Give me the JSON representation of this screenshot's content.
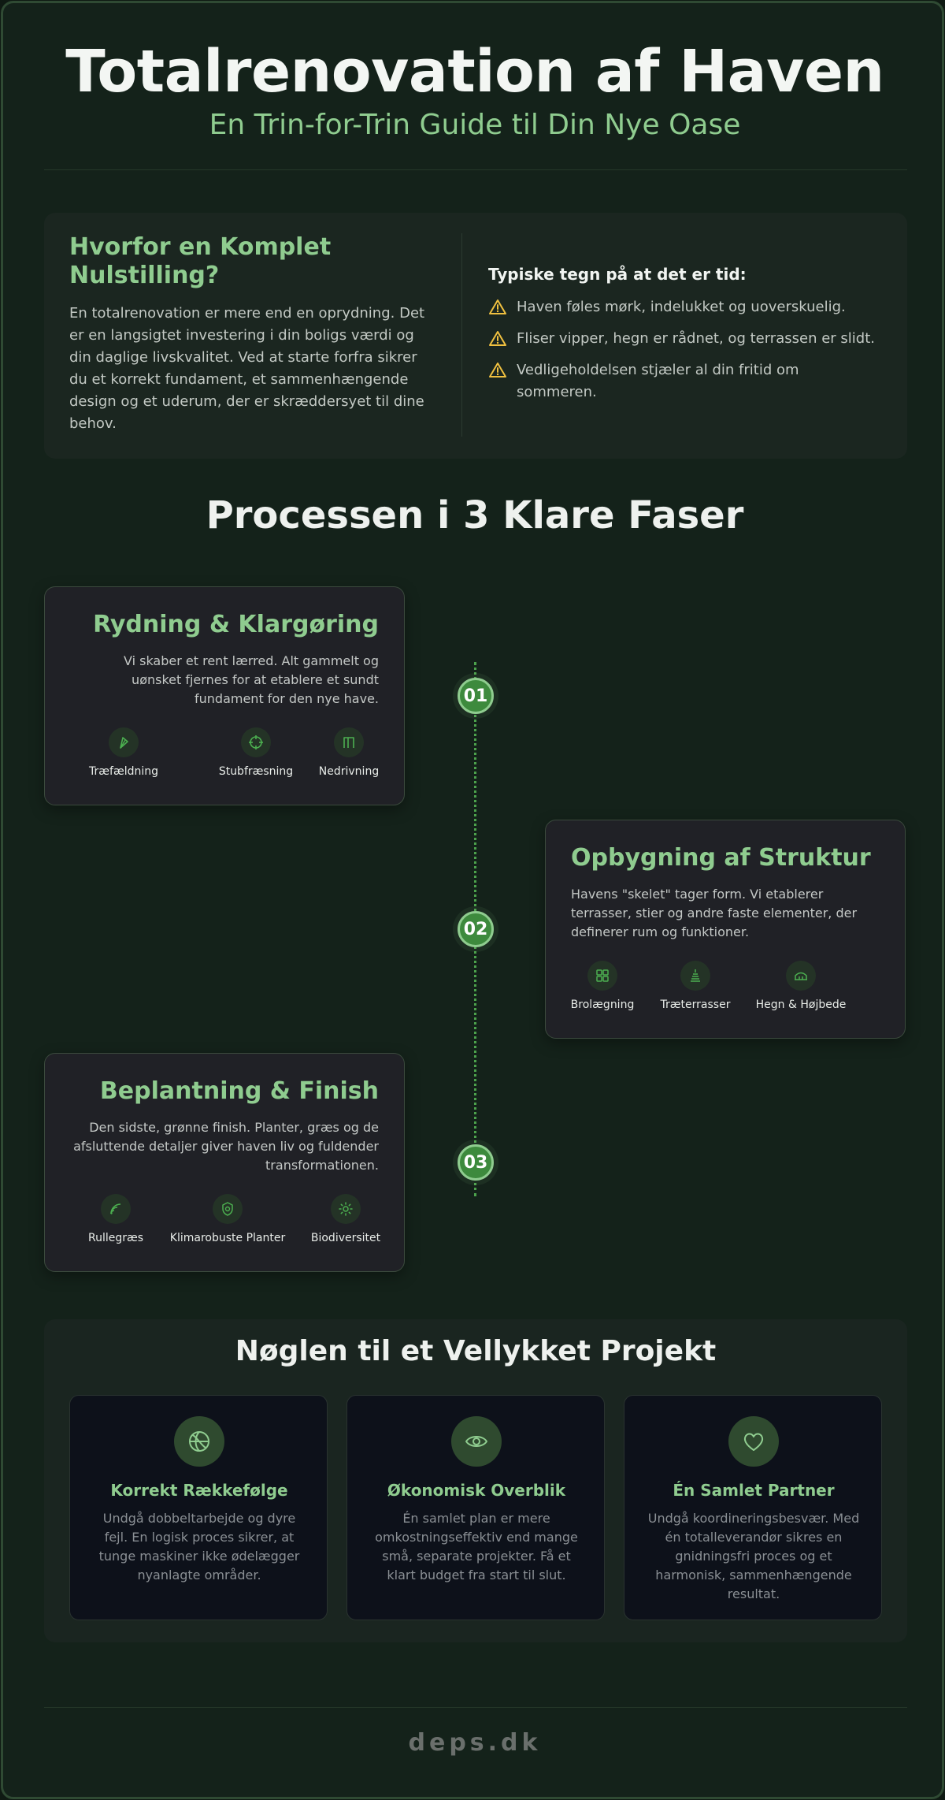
{
  "header": {
    "title": "Totalrenovation af Haven",
    "subtitle": "En Trin-for-Trin Guide til Din Nye Oase"
  },
  "why": {
    "heading": "Hvorfor en Komplet Nulstilling?",
    "body": "En totalrenovation er mere end en oprydning. Det er en langsigtet investering i din boligs værdi og din daglige livskvalitet. Ved at starte forfra sikrer du et korrekt fundament, et sammenhængende design og et uderum, der er skræddersyet til dine behov.",
    "signs_heading": "Typiske tegn på at det er tid:",
    "signs": [
      "Haven føles mørk, indelukket og uoverskuelig.",
      "Fliser vipper, hegn er rådnet, og terrassen er slidt.",
      "Vedligeholdelsen stjæler al din fritid om sommeren."
    ],
    "sign_icon": "warning-triangle-icon"
  },
  "process": {
    "heading": "Processen i 3 Klare Faser",
    "phases": [
      {
        "number": "01",
        "title": "Rydning & Klargøring",
        "text": "Vi skaber et rent lærred. Alt gammelt og uønsket fjernes for at etablere et sundt fundament for den nye have.",
        "features": [
          {
            "label": "Træfældning",
            "icon": "axe-icon"
          },
          {
            "label": "Stubfræsning",
            "icon": "crosshair-icon"
          },
          {
            "label": "Nedrivning",
            "icon": "demolition-icon"
          }
        ]
      },
      {
        "number": "02",
        "title": "Opbygning af Struktur",
        "text": "Havens \"skelet\" tager form. Vi etablerer terrasser, stier og andre faste elementer, der definerer rum og funktioner.",
        "features": [
          {
            "label": "Brolægning",
            "icon": "grid-icon"
          },
          {
            "label": "Træterrasser",
            "icon": "deck-icon"
          },
          {
            "label": "Hegn & Højbede",
            "icon": "fence-icon"
          }
        ]
      },
      {
        "number": "03",
        "title": "Beplantning & Finish",
        "text": "Den sidste, grønne finish. Planter, græs og de afsluttende detaljer giver haven liv og fuldender transformationen.",
        "features": [
          {
            "label": "Rullegræs",
            "icon": "lawn-icon"
          },
          {
            "label": "Klimarobuste Planter",
            "icon": "shield-icon"
          },
          {
            "label": "Biodiversitet",
            "icon": "sun-icon"
          }
        ]
      }
    ]
  },
  "keys": {
    "heading": "Nøglen til et Vellykket Projekt",
    "items": [
      {
        "title": "Korrekt Rækkefølge",
        "text": "Undgå dobbeltarbejde og dyre fejl. En logisk proces sikrer, at tunge maskiner ikke ødelægger nyanlagte områder.",
        "icon": "globe-icon"
      },
      {
        "title": "Økonomisk Overblik",
        "text": "Én samlet plan er mere omkostningseffektiv end mange små, separate projekter. Få et klart budget fra start til slut.",
        "icon": "eye-icon"
      },
      {
        "title": "Én Samlet Partner",
        "text": "Undgå koordineringsbesvær. Med én totalleverandør sikres en gnidningsfri proces og et harmonisk, sammenhængende resultat.",
        "icon": "heart-icon"
      }
    ]
  },
  "footer": {
    "brand": "deps.dk"
  },
  "colors": {
    "accent": "#8fcc8f",
    "step": "#3d8a3d",
    "warning": "#f0c040",
    "background": "#14221a"
  }
}
